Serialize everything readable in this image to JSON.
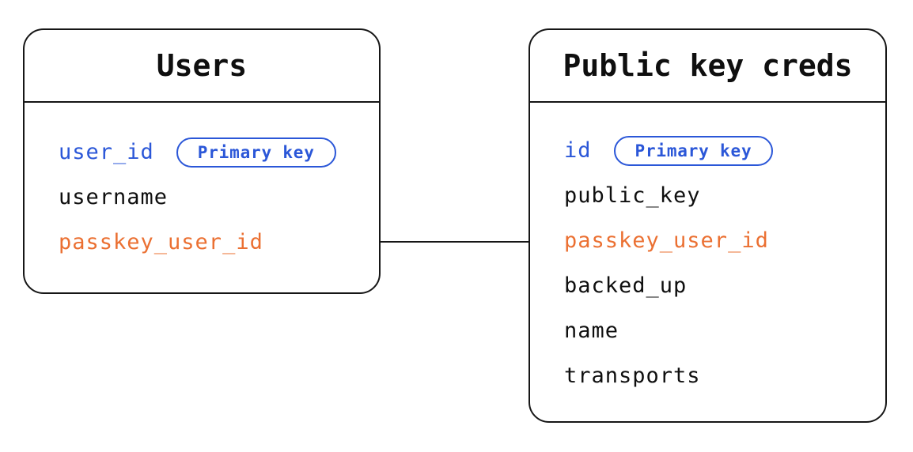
{
  "tables": [
    {
      "name": "Users",
      "fields": [
        {
          "name": "user_id",
          "badge": "Primary key",
          "color": "#2b57d8"
        },
        {
          "name": "username",
          "color": "#0f0f0f"
        },
        {
          "name": "passkey_user_id",
          "color": "#eb7032"
        }
      ]
    },
    {
      "name": "Public key creds",
      "fields": [
        {
          "name": "id",
          "badge": "Primary key",
          "color": "#2b57d8"
        },
        {
          "name": "public_key",
          "color": "#0f0f0f"
        },
        {
          "name": "passkey_user_id",
          "color": "#eb7032"
        },
        {
          "name": "backed_up",
          "color": "#0f0f0f"
        },
        {
          "name": "name",
          "color": "#0f0f0f"
        },
        {
          "name": "transports",
          "color": "#0f0f0f"
        }
      ]
    }
  ],
  "relationship": {
    "from_table": "Users",
    "from_field": "passkey_user_id",
    "to_table": "Public key creds",
    "to_field": "passkey_user_id"
  },
  "colors": {
    "primary_key_blue": "#2b57d8",
    "linked_field_orange": "#eb7032",
    "text_black": "#0f0f0f",
    "border_black": "#161616",
    "background": "#ffffff"
  }
}
